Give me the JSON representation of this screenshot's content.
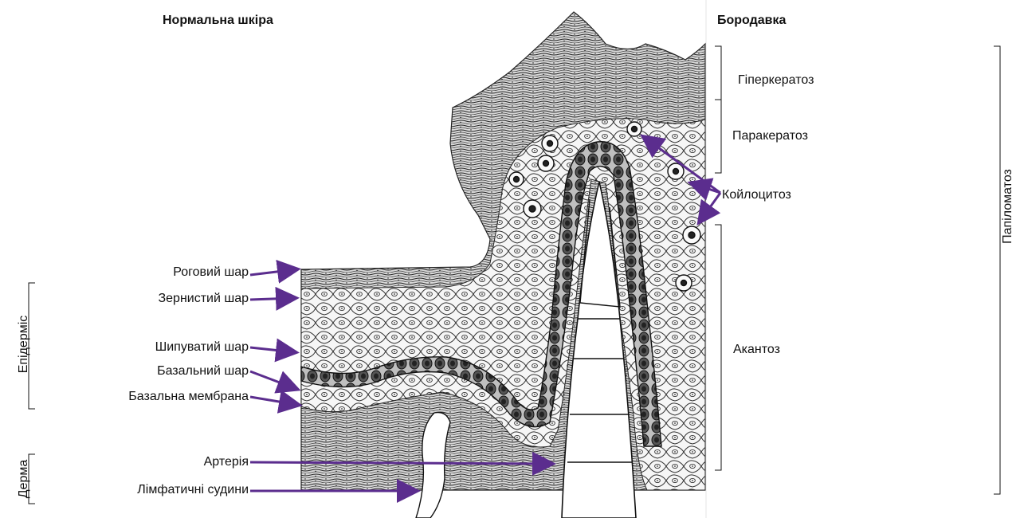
{
  "headings": {
    "normal_skin": "Нормальна шкіра",
    "wart": "Бородавка"
  },
  "left_labels": {
    "stratum_corneum": "Роговий шар",
    "stratum_granulosum": "Зернистий шар",
    "stratum_spinosum": "Шипуватий шар",
    "stratum_basale": "Базальний шар",
    "basement_membrane": "Базальна мембрана",
    "artery": "Артерія",
    "lymph_vessels": "Лімфатичні судини"
  },
  "left_groups": {
    "epidermis": "Епідерміс",
    "dermis": "Дерма"
  },
  "right_labels": {
    "hyperkeratosis": "Гіперкератоз",
    "parakeratosis": "Паракератоз",
    "koilocytosis": "Койлоцитоз",
    "acanthosis": "Акантоз",
    "papillomatosis": "Папіломатоз"
  },
  "colors": {
    "arrow": "#5b2d8e",
    "ink": "#111111",
    "tissue_fill": "#f4f4f4"
  }
}
